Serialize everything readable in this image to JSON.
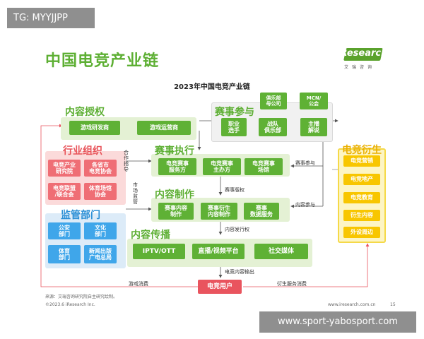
{
  "overlay_tag": "TG: MYYJJPP",
  "title": "中国电竞产业链",
  "logo": {
    "brand": "iResearch",
    "subtitle": "艾瑞咨询"
  },
  "subtitle": "2023年中国电竞产业链",
  "sections": {
    "content_licensing": {
      "title": "内容授权",
      "items": [
        "游戏研发商",
        "游戏运营商"
      ]
    },
    "event_participation": {
      "title": "赛事参与",
      "top": [
        "俱乐部\n母公司",
        "MCN/\n公会"
      ],
      "items": [
        "职业\n选手",
        "战队\n俱乐部",
        "主播\n解说"
      ]
    },
    "industry_org": {
      "title": "行业组织",
      "items": [
        "电竞产业\n研究院",
        "各省市\n电竞协会",
        "电竞联盟\n/联合会",
        "体育场馆\n协会"
      ]
    },
    "regulators": {
      "title": "监管部门",
      "items": [
        "公安\n部门",
        "文化\n部门",
        "体育\n部门",
        "新闻出版\n广电总局"
      ]
    },
    "event_execution": {
      "title": "赛事执行",
      "items": [
        "电竞赛事\n服务方",
        "电竞赛事\n主办方",
        "电竞赛事\n场馆"
      ]
    },
    "content_production": {
      "title": "内容制作",
      "items": [
        "赛事内容\n制作",
        "赛事衍生\n内容制作",
        "赛事\n数据服务"
      ]
    },
    "content_distribution": {
      "title": "内容传播",
      "items": [
        "IPTV/OTT",
        "直播/视频平台",
        "社交媒体"
      ]
    },
    "derivatives": {
      "title": "电竞衍生",
      "items": [
        "电竞营销",
        "电竞地产",
        "电竞教育",
        "衍生内容",
        "外设周边"
      ]
    },
    "end_user": "电竞用户"
  },
  "labels": {
    "cooperation_guidance": "合\n作\n指\n导",
    "market_supervision": "市\n场\n监\n管",
    "event_participation": "赛事参与",
    "event_rights": "赛事版权",
    "content_participation": "内容参与",
    "content_distribution_rights": "内容发行权",
    "content_output": "电竞内容输出",
    "game_consumption": "游戏消费",
    "derivative_consumption": "衍生服务消费"
  },
  "footer": {
    "source": "来源：艾瑞咨询研究院自主研究绘制。",
    "copyright": "©2023.6 iResearch Inc.",
    "website": "www.iresearch.com.cn",
    "page": "15"
  },
  "watermark": "www.sport-yabosport.com",
  "colors": {
    "green": "#5fb135",
    "pink": "#ef6e75",
    "blue": "#3fa6ea",
    "yellow": "#f8c600",
    "red": "#e9545e"
  }
}
